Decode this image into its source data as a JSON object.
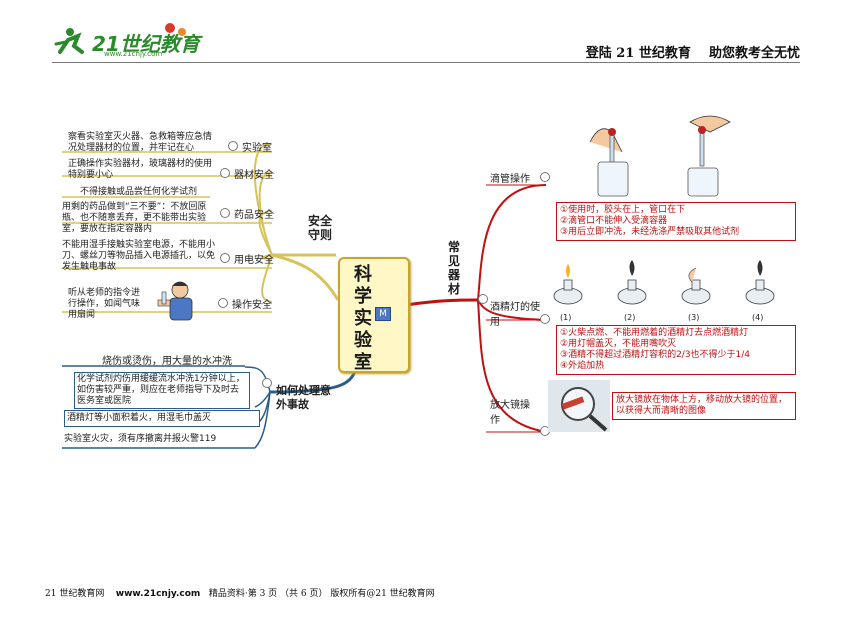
{
  "header": {
    "logo_text": "21世纪教育",
    "logo_url_text": "www.21cnjy.com",
    "slogan_left": "登陆 21 世纪教育",
    "slogan_right": "助您教考全无忧"
  },
  "center": {
    "title": "科学实验室",
    "badge": "M"
  },
  "safety": {
    "title": "安全守则",
    "items": [
      {
        "label": "实验室",
        "text": "察看实验室灭火器、急救箱等应急情况处理器材的位置，并牢记在心"
      },
      {
        "label": "器材安全",
        "text": "正确操作实验器材，玻璃器材的使用特别要小心"
      },
      {
        "label": "",
        "text": "不得接触或品尝任何化学试剂"
      },
      {
        "label": "药品安全",
        "text": "用剩的药品做到“三不要”：不放回原瓶、也不随意丢弃，更不能带出实验室，要放在指定容器内"
      },
      {
        "label": "用电安全",
        "text": "不能用湿手接触实验室电源，不能用小刀、螺丝刀等物品插入电源插孔，以免发生触电事故"
      },
      {
        "label": "操作安全",
        "text": "听从老师的指令进行操作，如闻气味用扇闻"
      }
    ]
  },
  "accident": {
    "title": "如何处理意外事故",
    "items": [
      "烧伤或烫伤，用大量的水冲洗",
      "化学试剂灼伤用缓缓流水冲洗1分钟以上，如伤害较严重，则应在老师指导下及时去医务室或医院",
      "酒精灯等小面积着火，用湿毛巾盖灭",
      "实验室火灾，须有序撤离并报火警119"
    ]
  },
  "equipment": {
    "title": "常见器材",
    "dropper": {
      "label": "滴管操作",
      "notes": [
        "①使用时，胶头在上，管口在下",
        "②滴管口不能伸入受滴容器",
        "③用后立即冲洗，未经洗涤严禁吸取其他试剂"
      ]
    },
    "lamp": {
      "label": "酒精灯的使用",
      "steps": [
        "(1)",
        "(2)",
        "(3)",
        "(4)"
      ],
      "notes": [
        "①火柴点燃、不能用燃着的酒精灯去点燃酒精灯",
        "②用灯帽盖灭，不能用嘴吹灭",
        "③酒精不得超过酒精灯容积的2/3也不得少于1/4",
        "④外焰加热"
      ]
    },
    "magnifier": {
      "label": "放大镜操作",
      "notes": [
        "放大镜放在物体上方，移动放大镜的位置，以获得大而清晰的图像"
      ]
    }
  },
  "footer": {
    "site": "21 世纪教育网",
    "url": "www.21cnjy.com",
    "info": "精品资料·第 3 页 （共 6 页） 版权所有@21 世纪教育网"
  }
}
